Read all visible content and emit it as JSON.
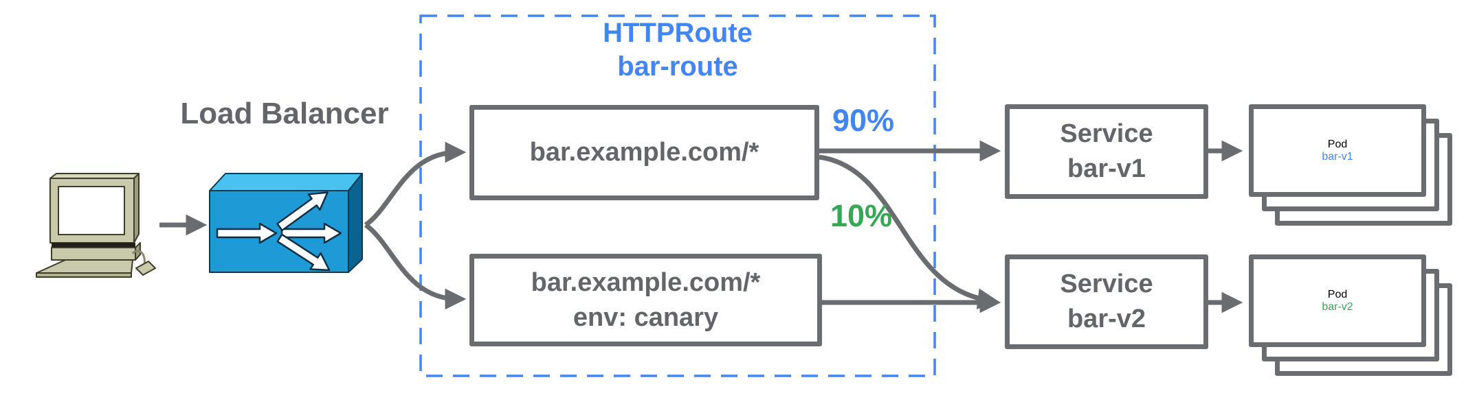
{
  "diagram": {
    "client": {
      "icon": "desktop-computer-icon"
    },
    "load_balancer": {
      "label": "Load Balancer",
      "icon": "load-balancer-fanout-icon"
    },
    "httproute": {
      "kind": "HTTPRoute",
      "name": "bar-route",
      "rules": [
        {
          "match": "bar.example.com/*"
        },
        {
          "match": "bar.example.com/*",
          "header_match": "env: canary"
        }
      ],
      "weights": {
        "to_v1": "90%",
        "to_v2": "10%"
      }
    },
    "rows": [
      {
        "service_label": "Service",
        "service_name": "bar-v1",
        "pod_label": "Pod",
        "pod_name": "bar-v1",
        "accent": "#4285f4"
      },
      {
        "service_label": "Service",
        "service_name": "bar-v2",
        "pod_label": "Pod",
        "pod_name": "bar-v2",
        "accent": "#34a853"
      }
    ],
    "colors": {
      "blue": "#4285f4",
      "green": "#34a853",
      "gray_text": "#636569",
      "gray_stroke": "#696d70",
      "lb_front": "#1e9bd7",
      "lb_top": "#49c2f1",
      "lb_side": "#0b648f"
    }
  }
}
